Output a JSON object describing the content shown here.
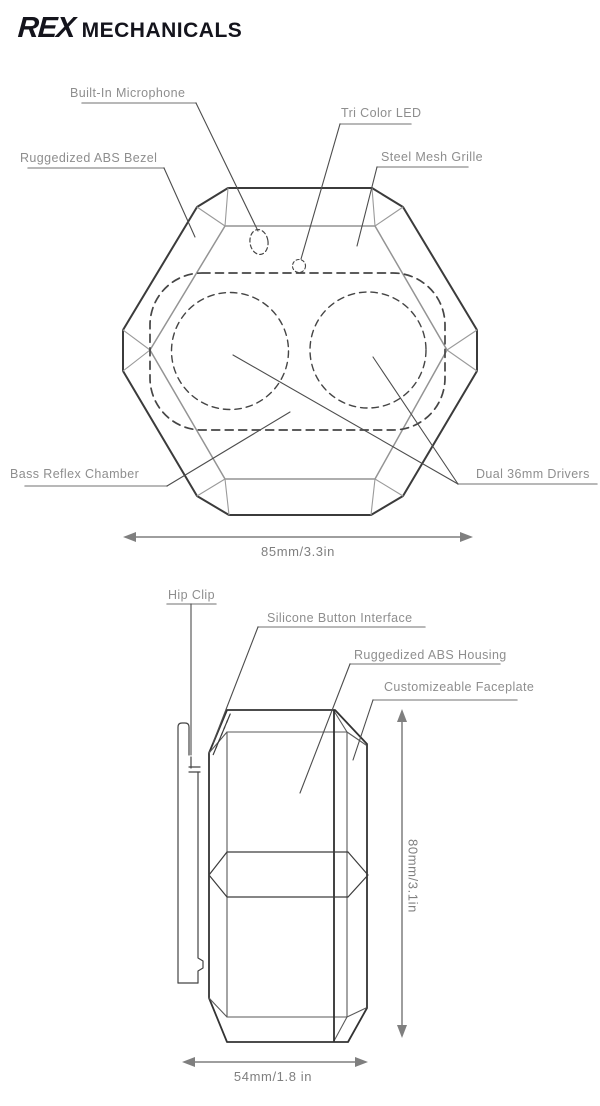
{
  "brand": {
    "logo_primary": "REX",
    "logo_secondary": "MECHANICALS"
  },
  "front_view": {
    "labels": {
      "microphone": "Built-In Microphone",
      "led": "Tri Color LED",
      "bezel": "Ruggedized ABS Bezel",
      "grille": "Steel Mesh Grille",
      "bass_chamber": "Bass Reflex Chamber",
      "drivers": "Dual 36mm Drivers"
    },
    "dimension_width": "85mm/3.3in"
  },
  "side_view": {
    "labels": {
      "hip_clip": "Hip Clip",
      "buttons": "Silicone Button Interface",
      "housing": "Ruggedized ABS Housing",
      "faceplate": "Customizeable Faceplate"
    },
    "dimension_height": "80mm/3.1in",
    "dimension_width": "54mm/1.8 in"
  },
  "colors": {
    "outline_dark": "#3b3b3b",
    "outline_gray": "#909090",
    "leader": "#4d4d4d",
    "label_text": "#8e8e8e",
    "dimension": "#7f7f7f",
    "logo": "#14141c",
    "background": "#ffffff"
  }
}
